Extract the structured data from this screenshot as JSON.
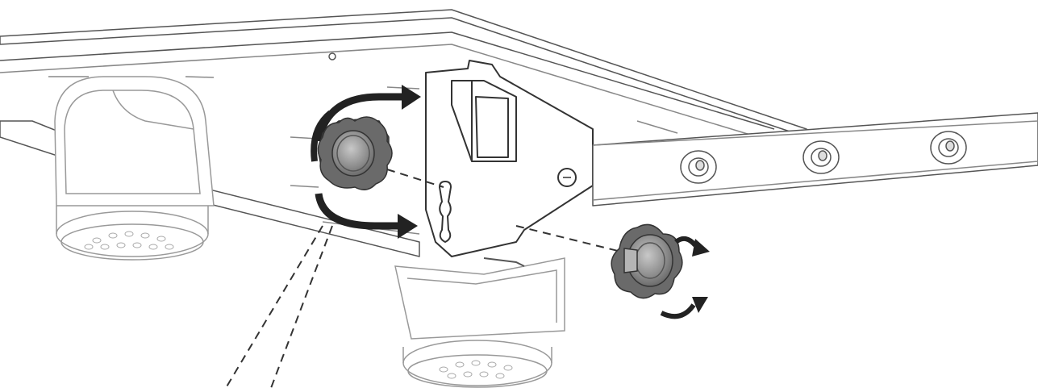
{
  "diagram": {
    "style": "line-art assembly illustration",
    "colors": {
      "line": "#4a4a4a",
      "light_line": "#9a9a9a",
      "fill": "#ffffff",
      "knob_dark": "#555555",
      "knob_mid": "#7b7b7b",
      "knob_light": "#b0b0b0",
      "arrow": "#222222"
    },
    "components": [
      "bed-frame",
      "center-support-bracket",
      "cross-rail",
      "left-support-foot",
      "center-support-foot",
      "left-star-knob",
      "right-star-knob",
      "rotation-arrows-left",
      "rotation-arrows-right",
      "dashed-leader-lines"
    ]
  }
}
